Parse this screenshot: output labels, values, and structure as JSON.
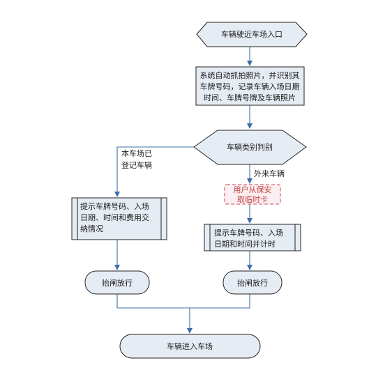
{
  "flowchart": {
    "start": "车辆驶近车场入口",
    "capture": [
      "系统自动抓拍照片，并识别其",
      "车牌号码，记录车辆入场日期",
      "时间、车牌号牌及车辆照片"
    ],
    "decision": "车辆类别判别",
    "branch_registered": [
      "本车场已",
      "登记车辆"
    ],
    "branch_external": "外来车辆",
    "guard_ticket": [
      "用户从保安",
      "取临时卡"
    ],
    "registered_prompt": [
      "提示车牌号码、入场",
      "日期、时间和费用交",
      "纳情况"
    ],
    "external_prompt": [
      "提示车牌号码、入场",
      "日期和时间并计时"
    ],
    "gate_left": "抬闸放行",
    "gate_right": "抬闸放行",
    "end": "车辆进入车场"
  },
  "colors": {
    "shape_fill": "#e6ecf3",
    "shape_border": "#222222",
    "edge": "#3d6fa6",
    "dashed_note": "#d46a7a"
  }
}
